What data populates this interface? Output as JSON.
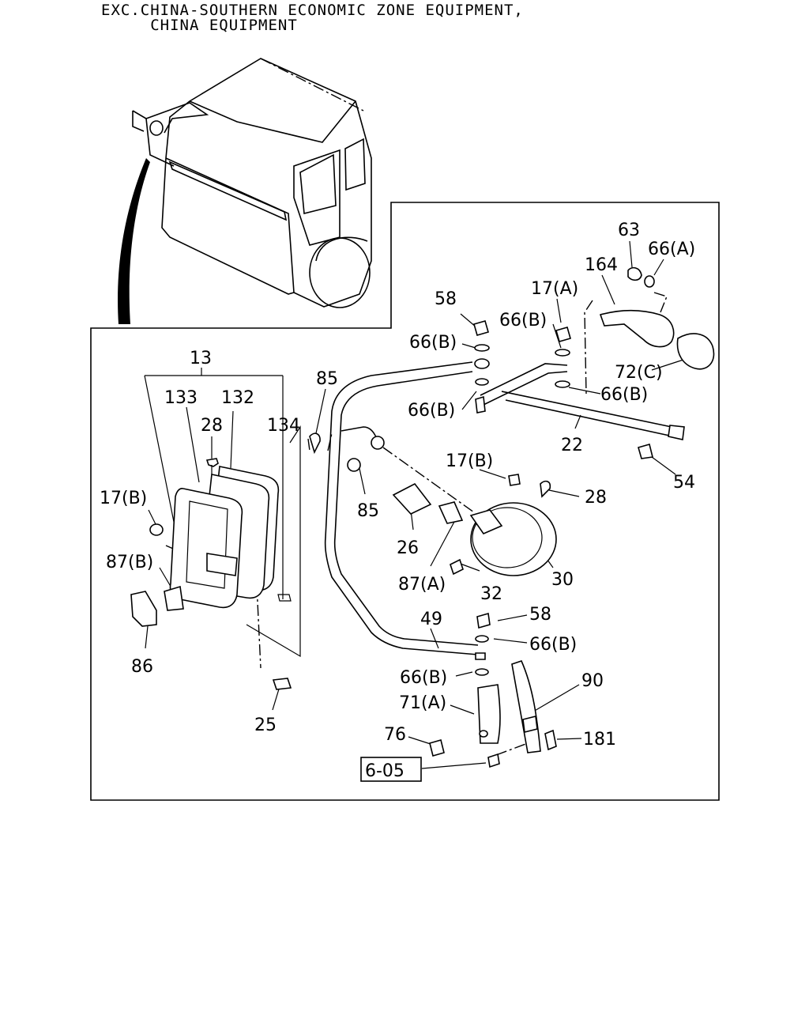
{
  "header": {
    "line1": "EXC.CHINA-SOUTHERN ECONOMIC ZONE EQUIPMENT,",
    "line2": "     CHINA EQUIPMENT"
  },
  "labels": {
    "p13": "13",
    "p133": "133",
    "p132": "132",
    "p134": "134",
    "p28_left": "28",
    "p17b_left": "17(B)",
    "p87b": "87(B)",
    "p86": "86",
    "p25": "25",
    "p85_top": "85",
    "p85_mid": "85",
    "p26": "26",
    "p87a": "87(A)",
    "p32": "32",
    "p30": "30",
    "p28_right": "28",
    "p17b_mid": "17(B)",
    "p58_top": "58",
    "p66b_1": "66(B)",
    "p66b_2": "66(B)",
    "p17a": "17(A)",
    "p66b_3": "66(B)",
    "p63": "63",
    "p66a": "66(A)",
    "p164": "164",
    "p72c": "72(C)",
    "p66b_4": "66(B)",
    "p22": "22",
    "p54": "54",
    "p49": "49",
    "p58_low": "58",
    "p66b_5": "66(B)",
    "p66b_6": "66(B)",
    "p71a": "71(A)",
    "p90": "90",
    "p76": "76",
    "p181": "181",
    "ref605": "6-05"
  }
}
